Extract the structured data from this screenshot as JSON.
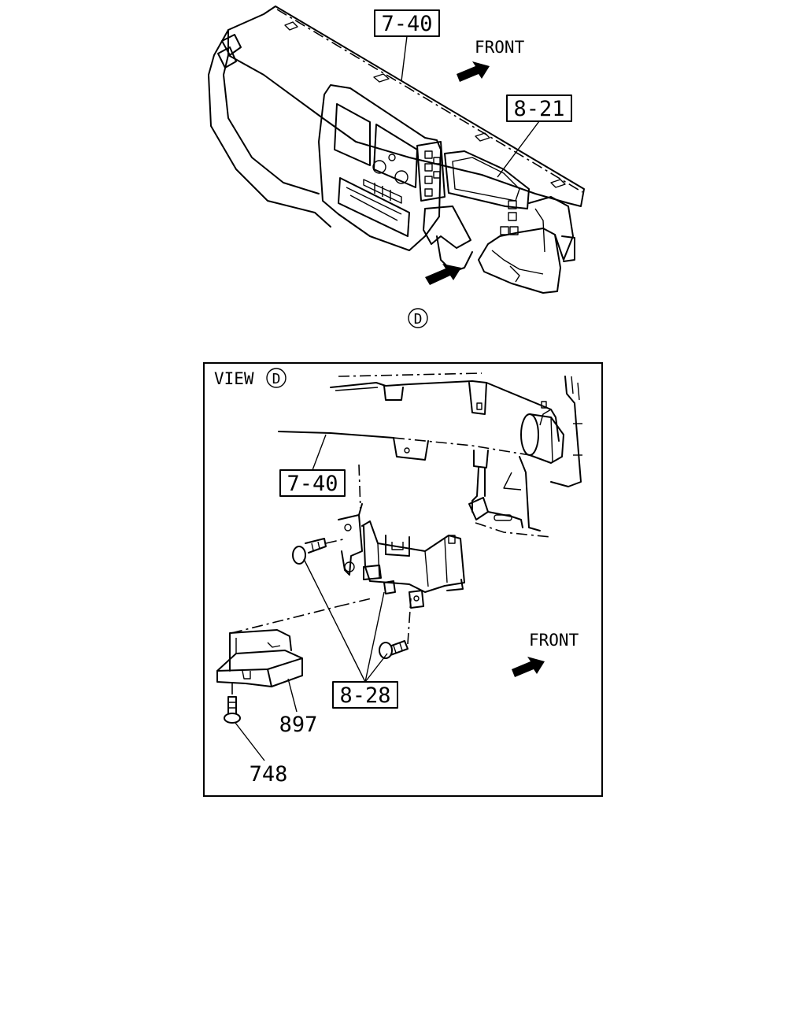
{
  "top_view": {
    "ref_main": "7-40",
    "ref_meter": "8-21",
    "front_label": "FRONT",
    "view_marker": "D"
  },
  "detail_view": {
    "view_title": "VIEW",
    "view_marker": "D",
    "ref_main": "7-40",
    "ref_bolts": "8-28",
    "front_label": "FRONT",
    "part_module": "897",
    "part_bolt": "748"
  }
}
